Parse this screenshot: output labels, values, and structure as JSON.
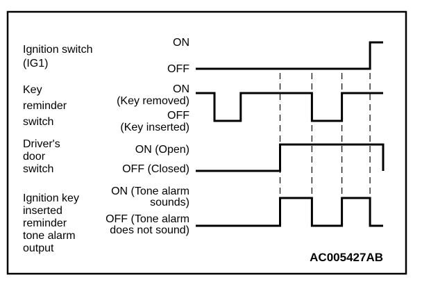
{
  "signals": [
    {
      "name_lines": [
        "Ignition switch",
        "(IG1)"
      ],
      "on_lines": [
        "ON"
      ],
      "off_lines": [
        "OFF"
      ],
      "transitions": [
        0.93
      ],
      "initial": "off"
    },
    {
      "name_lines": [
        "Key",
        "reminder",
        "switch"
      ],
      "on_lines": [
        "ON",
        "(Key removed)"
      ],
      "off_lines": [
        "OFF",
        "(Key inserted)"
      ],
      "transitions": [
        0.1,
        0.24,
        0.62,
        0.78
      ],
      "initial": "on"
    },
    {
      "name_lines": [
        "Driver's",
        "door",
        "switch"
      ],
      "on_lines": [
        "ON (Open)"
      ],
      "off_lines": [
        "OFF (Closed)"
      ],
      "transitions": [
        0.45,
        1.0
      ],
      "initial": "off"
    },
    {
      "name_lines": [
        "Ignition key",
        "inserted",
        "reminder",
        "tone alarm",
        "output"
      ],
      "on_lines": [
        "ON (Tone alarm",
        "sounds)"
      ],
      "off_lines": [
        "OFF (Tone alarm",
        "does not sound)"
      ],
      "transitions": [
        0.45,
        0.62,
        0.78,
        0.93
      ],
      "initial": "off"
    }
  ],
  "markers": [
    0.45,
    0.62,
    0.78,
    0.93
  ],
  "code": "AC005427AB"
}
